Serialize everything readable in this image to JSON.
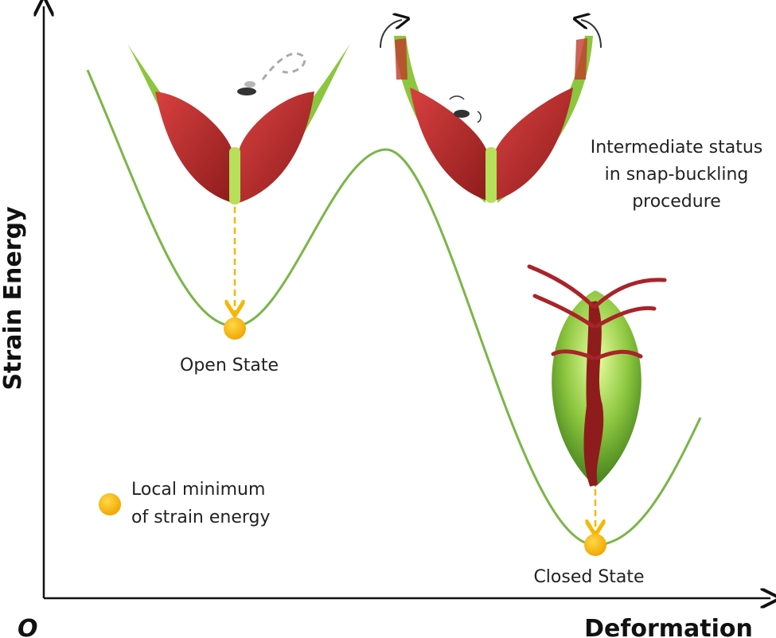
{
  "axes": {
    "y_label": "Strain Energy",
    "x_label": "Deformation",
    "origin_label": "O"
  },
  "states": {
    "open": "Open State",
    "closed": "Closed State",
    "intermediate": [
      "Intermediate status",
      "in snap-buckling",
      "procedure"
    ]
  },
  "legend": {
    "lines": [
      "Local minimum",
      "of strain energy"
    ]
  },
  "colors": {
    "curve": "#7ab648",
    "marker": "#f5b800",
    "arrow": "#f5b800",
    "trap_red": "#b02a2a",
    "trap_green": "#8cc63f"
  }
}
